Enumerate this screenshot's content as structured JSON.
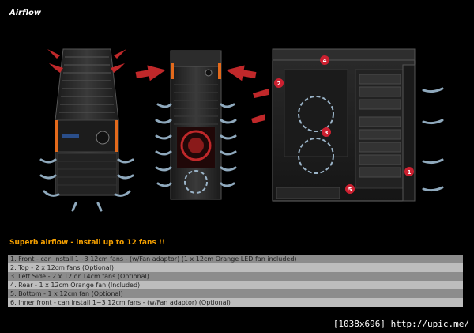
{
  "page": {
    "title": "Airflow",
    "subtitle": "Superb airflow - install up to 12 fans !!",
    "watermark": "[1038x696] http://upic.me/"
  },
  "figure": {
    "badges": [
      "1",
      "2",
      "3",
      "4",
      "5"
    ],
    "colors": {
      "hot_arrow": "#c0282a",
      "cool_arrow": "#8fa9bd",
      "accent": "#e36a1c",
      "badge": "#cc2030"
    }
  },
  "fan_list": [
    "1. Front - can install 1~3 12cm fans - (w/Fan adaptor) (1 x 12cm Orange LED fan included)",
    "2. Top - 2 x 12cm fans (Optional)",
    "3. Left Side - 2 x 12 or 14cm fans (Optional)",
    "4. Rear - 1 x 12cm Orange fan (Included)",
    "5. Bottom - 1 x 12cm fan (Optional)",
    "6. Inner front - can install 1~3 12cm fans - (w/Fan adaptor) (Optional)"
  ]
}
